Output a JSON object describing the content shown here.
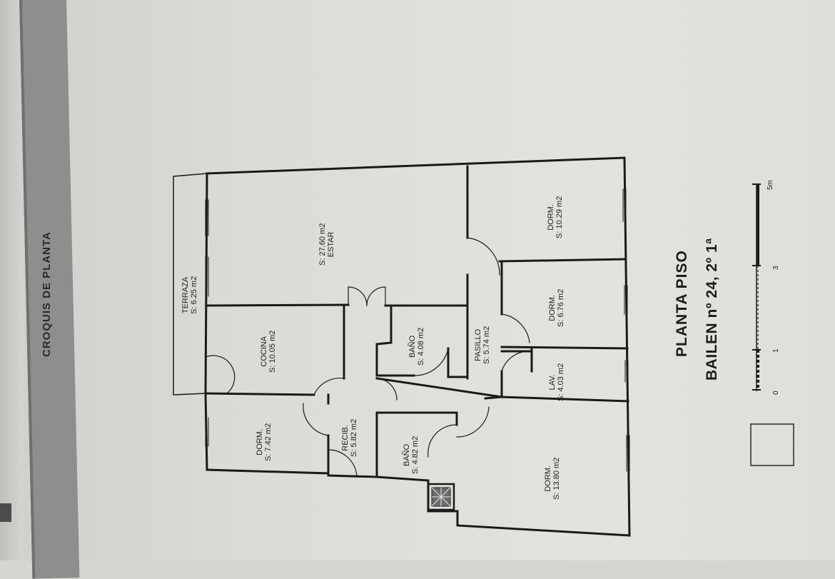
{
  "header": {
    "title": "CROQUIS DE PLANTA"
  },
  "rooms": {
    "terraza": {
      "name": "TERRAZA",
      "area": "S: 6.25 m2"
    },
    "estar": {
      "area": "S: 27.60 m2",
      "name": "ESTAR"
    },
    "cocina": {
      "name": "COCINA",
      "area": "S: 10.05 m2"
    },
    "bano1": {
      "name": "BAÑO",
      "area": "S: 4.08 m2"
    },
    "pasillo": {
      "name": "PASILLO",
      "area": "S: 5.74 m2"
    },
    "dorm_a": {
      "name": "DORM.",
      "area": "S: 10.29 m2"
    },
    "dorm_b": {
      "name": "DORM.",
      "area": "S: 6.76 m2"
    },
    "lav": {
      "name": "LAV.",
      "area": "S: 4.03 m2"
    },
    "dorm_c": {
      "name": "DORM.",
      "area": "S: 7.42 m2"
    },
    "recib": {
      "name": "RECIB.",
      "area": "S: 5.82 m2"
    },
    "bano2": {
      "name": "BAÑO",
      "area": "S: 4.82 m2"
    },
    "dorm_d": {
      "name": "DORM.",
      "area": "S: 13.80 m2"
    }
  },
  "plan_title": {
    "line1": "PLANTA  PISO",
    "line2": "BAILEN nº 24, 2º 1ª"
  },
  "scale": {
    "ticks": [
      "0",
      "1",
      "3",
      "5m"
    ]
  }
}
